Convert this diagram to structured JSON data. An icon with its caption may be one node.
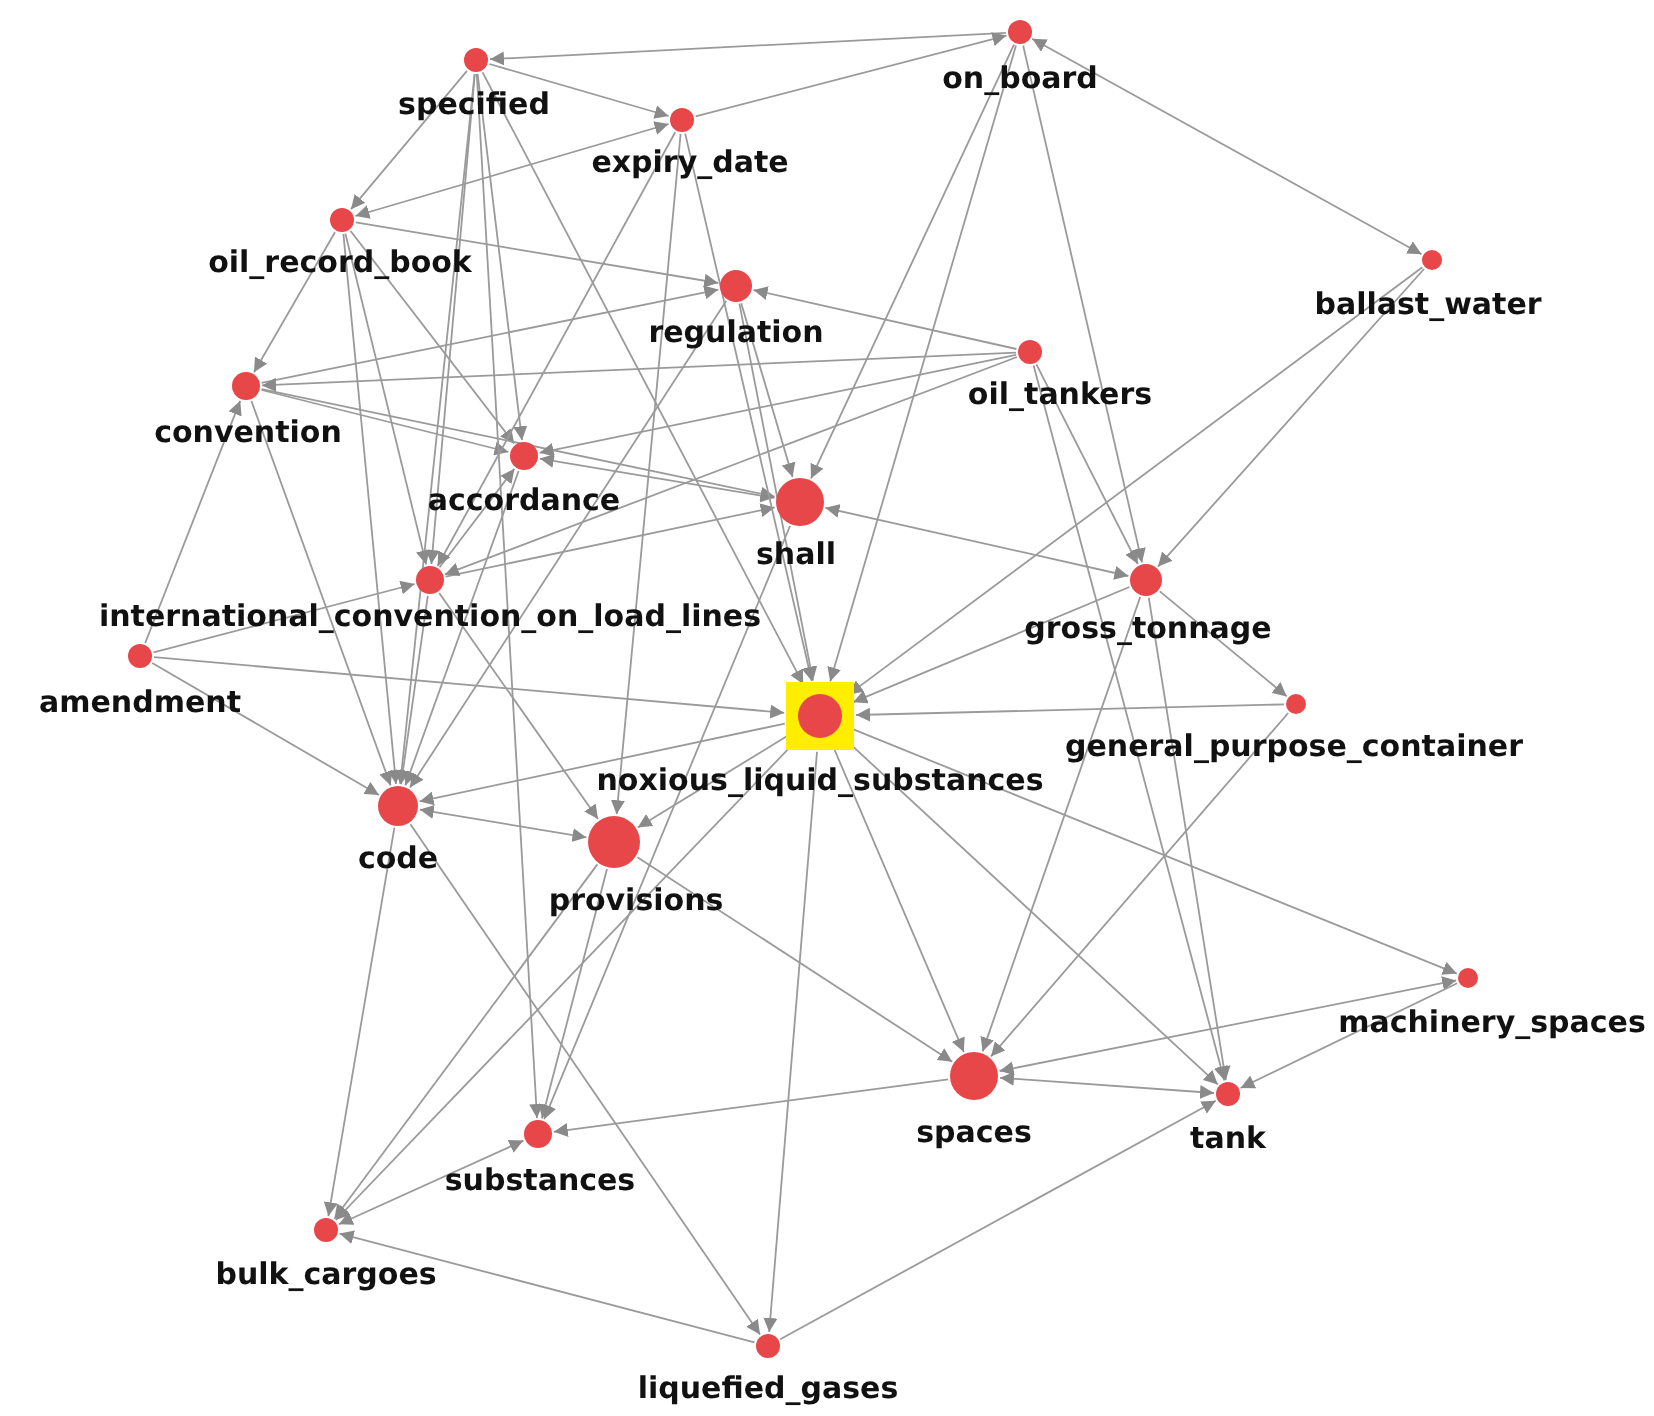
{
  "diagram": {
    "nodes": [
      {
        "text": [],
        "shape": "circle",
        "beside": [
          "specified"
        ]
      },
      {
        "text": [],
        "shape": "circle",
        "beside": [
          "on_board"
        ]
      },
      {
        "text": [],
        "shape": "circle",
        "beside": [
          "expiry_date"
        ]
      },
      {
        "text": [],
        "shape": "circle",
        "beside": [
          "oil_record_book"
        ]
      },
      {
        "text": [],
        "shape": "circle",
        "beside": [
          "regulation"
        ]
      },
      {
        "text": [],
        "shape": "circle",
        "beside": [
          "ballast_water"
        ]
      },
      {
        "text": [],
        "shape": "circle",
        "beside": [
          "convention"
        ]
      },
      {
        "text": [],
        "shape": "circle",
        "beside": [
          "oil_tankers"
        ]
      },
      {
        "text": [],
        "shape": "circle",
        "beside": [
          "accordance"
        ]
      },
      {
        "text": [],
        "shape": "circle",
        "beside": [
          "shall"
        ]
      },
      {
        "text": [],
        "shape": "circle",
        "beside": [
          "international_convention_on_load_lines"
        ]
      },
      {
        "text": [],
        "shape": "circle",
        "beside": [
          "gross_tonnage"
        ]
      },
      {
        "text": [],
        "shape": "circle",
        "beside": [
          "amendment"
        ]
      },
      {
        "text": [],
        "shape": "circle",
        "beside": [
          "noxious_liquid_substances"
        ]
      },
      {
        "text": [],
        "shape": "circle",
        "beside": [
          "general_purpose_container"
        ]
      },
      {
        "text": [],
        "shape": "circle",
        "beside": [
          "code"
        ]
      },
      {
        "text": [],
        "shape": "circle",
        "beside": [
          "provisions"
        ]
      },
      {
        "text": [],
        "shape": "circle",
        "beside": [
          "machinery_spaces"
        ]
      },
      {
        "text": [],
        "shape": "circle",
        "beside": [
          "spaces"
        ]
      },
      {
        "text": [],
        "shape": "circle",
        "beside": [
          "tank"
        ]
      },
      {
        "text": [],
        "shape": "circle",
        "beside": [
          "substances"
        ]
      },
      {
        "text": [],
        "shape": "circle",
        "beside": [
          "bulk_cargoes"
        ]
      },
      {
        "text": [],
        "shape": "circle",
        "beside": [
          "liquefied_gases"
        ]
      }
    ],
    "edges": [
      {
        "from": 1,
        "to": 0,
        "arrow": "to"
      },
      {
        "from": 0,
        "to": 2,
        "arrow": "to"
      },
      {
        "from": 0,
        "to": 3,
        "arrow": "to"
      },
      {
        "from": 0,
        "to": 8,
        "arrow": "to"
      },
      {
        "from": 0,
        "to": 10,
        "arrow": "to"
      },
      {
        "from": 0,
        "to": 13,
        "arrow": "to"
      },
      {
        "from": 0,
        "to": 15,
        "arrow": "to"
      },
      {
        "from": 2,
        "to": 1,
        "arrow": "to"
      },
      {
        "from": 3,
        "to": 2,
        "arrow": "both"
      },
      {
        "from": 3,
        "to": 4,
        "arrow": "to"
      },
      {
        "from": 3,
        "to": 6,
        "arrow": "to"
      },
      {
        "from": 3,
        "to": 15,
        "arrow": "to"
      },
      {
        "from": 3,
        "to": 8,
        "arrow": "to"
      },
      {
        "from": 3,
        "to": 10,
        "arrow": "to"
      },
      {
        "from": 6,
        "to": 8,
        "arrow": "to"
      },
      {
        "from": 6,
        "to": 9,
        "arrow": "to"
      },
      {
        "from": 6,
        "to": 4,
        "arrow": "to"
      },
      {
        "from": 6,
        "to": 15,
        "arrow": "to"
      },
      {
        "from": 12,
        "to": 6,
        "arrow": "to"
      },
      {
        "from": 12,
        "to": 15,
        "arrow": "to"
      },
      {
        "from": 12,
        "to": 10,
        "arrow": "to"
      },
      {
        "from": 12,
        "to": 13,
        "arrow": "to"
      },
      {
        "from": 10,
        "to": 8,
        "arrow": "to"
      },
      {
        "from": 10,
        "to": 9,
        "arrow": "to"
      },
      {
        "from": 10,
        "to": 15,
        "arrow": "to"
      },
      {
        "from": 10,
        "to": 16,
        "arrow": "to"
      },
      {
        "from": 8,
        "to": 9,
        "arrow": "both"
      },
      {
        "from": 8,
        "to": 15,
        "arrow": "to"
      },
      {
        "from": 2,
        "to": 16,
        "arrow": "to"
      },
      {
        "from": 2,
        "to": 13,
        "arrow": "to"
      },
      {
        "from": 2,
        "to": 10,
        "arrow": "to"
      },
      {
        "from": 4,
        "to": 9,
        "arrow": "to"
      },
      {
        "from": 4,
        "to": 13,
        "arrow": "to"
      },
      {
        "from": 7,
        "to": 4,
        "arrow": "to"
      },
      {
        "from": 7,
        "to": 8,
        "arrow": "to"
      },
      {
        "from": 7,
        "to": 6,
        "arrow": "to"
      },
      {
        "from": 7,
        "to": 11,
        "arrow": "to"
      },
      {
        "from": 7,
        "to": 10,
        "arrow": "to"
      },
      {
        "from": 1,
        "to": 5,
        "arrow": "both"
      },
      {
        "from": 1,
        "to": 11,
        "arrow": "to"
      },
      {
        "from": 1,
        "to": 9,
        "arrow": "to"
      },
      {
        "from": 1,
        "to": 13,
        "arrow": "to"
      },
      {
        "from": 5,
        "to": 11,
        "arrow": "to"
      },
      {
        "from": 5,
        "to": 13,
        "arrow": "to"
      },
      {
        "from": 9,
        "to": 11,
        "arrow": "both"
      },
      {
        "from": 11,
        "to": 13,
        "arrow": "to"
      },
      {
        "from": 11,
        "to": 14,
        "arrow": "to"
      },
      {
        "from": 14,
        "to": 13,
        "arrow": "to"
      },
      {
        "from": 14,
        "to": 18,
        "arrow": "to"
      },
      {
        "from": 13,
        "to": 15,
        "arrow": "to"
      },
      {
        "from": 13,
        "to": 16,
        "arrow": "to"
      },
      {
        "from": 13,
        "to": 18,
        "arrow": "to"
      },
      {
        "from": 13,
        "to": 19,
        "arrow": "to"
      },
      {
        "from": 13,
        "to": 17,
        "arrow": "to"
      },
      {
        "from": 13,
        "to": 22,
        "arrow": "to"
      },
      {
        "from": 11,
        "to": 18,
        "arrow": "to"
      },
      {
        "from": 11,
        "to": 19,
        "arrow": "to"
      },
      {
        "from": 7,
        "to": 19,
        "arrow": "to"
      },
      {
        "from": 16,
        "to": 15,
        "arrow": "both"
      },
      {
        "from": 15,
        "to": 21,
        "arrow": "to"
      },
      {
        "from": 15,
        "to": 22,
        "arrow": "to"
      },
      {
        "from": 16,
        "to": 20,
        "arrow": "to"
      },
      {
        "from": 16,
        "to": 21,
        "arrow": "to"
      },
      {
        "from": 9,
        "to": 20,
        "arrow": "to"
      },
      {
        "from": 18,
        "to": 20,
        "arrow": "to"
      },
      {
        "from": 20,
        "to": 21,
        "arrow": "both"
      },
      {
        "from": 22,
        "to": 21,
        "arrow": "to"
      },
      {
        "from": 16,
        "to": 18,
        "arrow": "to"
      },
      {
        "from": 17,
        "to": 18,
        "arrow": "both"
      },
      {
        "from": 18,
        "to": 19,
        "arrow": "both"
      },
      {
        "from": 17,
        "to": 19,
        "arrow": "to"
      },
      {
        "from": 22,
        "to": 19,
        "arrow": "to"
      },
      {
        "from": 4,
        "to": 15,
        "arrow": "to"
      },
      {
        "from": 13,
        "to": 21,
        "arrow": "to"
      },
      {
        "from": 0,
        "to": 20,
        "arrow": "to"
      }
    ]
  }
}
